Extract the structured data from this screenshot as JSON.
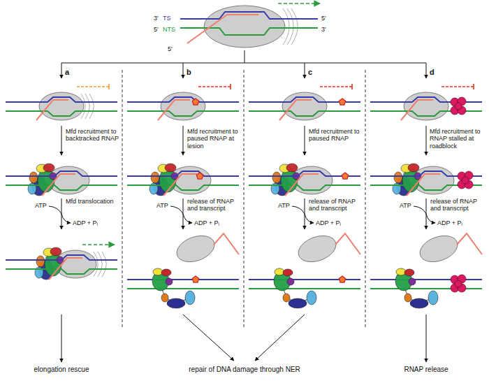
{
  "diagram": {
    "labels": [
      "3'",
      "TS",
      "5'",
      "NTS",
      "5'",
      "5'",
      "3'",
      "a",
      "b",
      "c",
      "d",
      "Mfd recruitment to backtracked RNAP",
      "ATP",
      "Mfd translocation",
      "ADP + Pᵢ",
      "Mfd recruitment to paused RNAP at lesion",
      "ATP",
      "release of RNAP and transcript",
      "ADP + Pᵢ",
      "Mfd recruitment to paused RNAP",
      "ATP",
      "release of RNAP and transcript",
      "ADP + Pᵢ",
      "Mfd recruitment to RNAP stalled at roadblock",
      "ATP",
      "release of RNAP and transcript",
      "ADP + Pᵢ",
      "elongation rescue",
      "repair of DNA damage through NER",
      "RNAP release"
    ]
  }
}
